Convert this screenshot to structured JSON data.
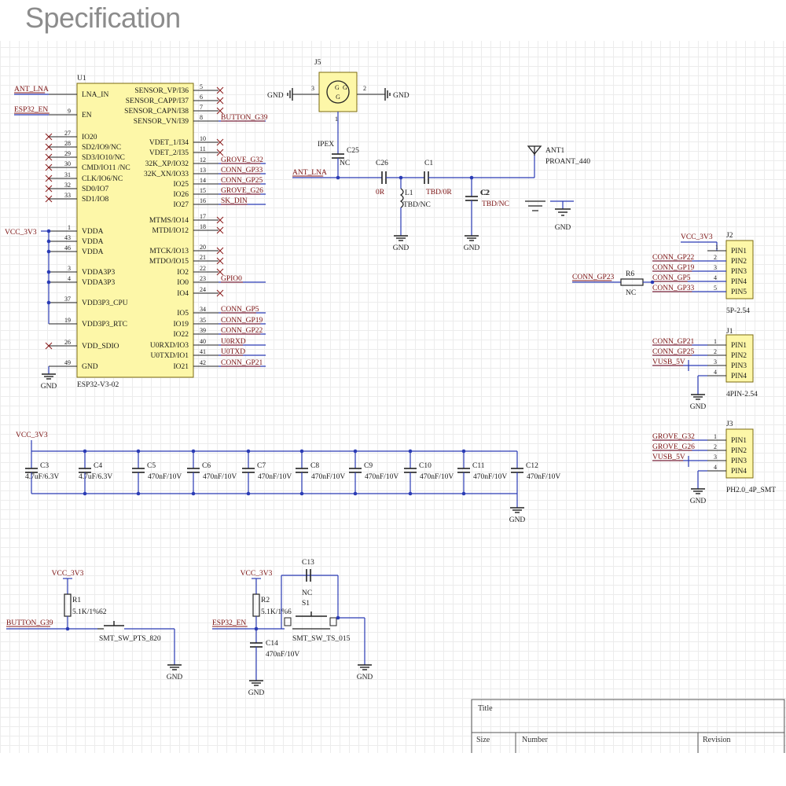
{
  "header": {
    "title": "Specification"
  },
  "u1": {
    "designator": "U1",
    "part": "ESP32-V3-02",
    "left_pins": [
      {
        "num": "",
        "name": "LNA_IN"
      },
      {
        "num": "9",
        "name": "EN"
      },
      {
        "num": "27",
        "name": "IO20"
      },
      {
        "num": "28",
        "name": "SD2/IO9/NC"
      },
      {
        "num": "29",
        "name": "SD3/IO10/NC"
      },
      {
        "num": "30",
        "name": "CMD/IO11 /NC"
      },
      {
        "num": "31",
        "name": "CLK/IO6/NC"
      },
      {
        "num": "32",
        "name": "SD0/IO7"
      },
      {
        "num": "33",
        "name": "SD1/IO8"
      },
      {
        "num": "1",
        "name": "VDDA"
      },
      {
        "num": "43",
        "name": "VDDA"
      },
      {
        "num": "46",
        "name": "VDDA"
      },
      {
        "num": "3",
        "name": "VDDA3P3"
      },
      {
        "num": "4",
        "name": "VDDA3P3"
      },
      {
        "num": "37",
        "name": "VDD3P3_CPU"
      },
      {
        "num": "19",
        "name": "VDD3P3_RTC"
      },
      {
        "num": "26",
        "name": "VDD_SDIO"
      },
      {
        "num": "49",
        "name": "GND"
      }
    ],
    "right_pins": [
      {
        "num": "5",
        "name": "SENSOR_VP/I36",
        "net": ""
      },
      {
        "num": "6",
        "name": "SENSOR_CAPP/I37",
        "net": ""
      },
      {
        "num": "7",
        "name": "SENSOR_CAPN/I38",
        "net": ""
      },
      {
        "num": "8",
        "name": "SENSOR_VN/I39",
        "net": "BUTTON_G39"
      },
      {
        "num": "10",
        "name": "VDET_1/I34",
        "net": ""
      },
      {
        "num": "11",
        "name": "VDET_2/I35",
        "net": ""
      },
      {
        "num": "12",
        "name": "32K_XP/IO32",
        "net": "GROVE_G32"
      },
      {
        "num": "13",
        "name": "32K_XN/IO33",
        "net": "CONN_GP33"
      },
      {
        "num": "14",
        "name": "IO25",
        "net": "CONN_GP25"
      },
      {
        "num": "15",
        "name": "IO26",
        "net": "GROVE_G26"
      },
      {
        "num": "16",
        "name": "IO27",
        "net": "SK_DIN"
      },
      {
        "num": "17",
        "name": "MTMS/IO14",
        "net": ""
      },
      {
        "num": "18",
        "name": "MTDI/IO12",
        "net": ""
      },
      {
        "num": "20",
        "name": "MTCK/IO13",
        "net": ""
      },
      {
        "num": "21",
        "name": "MTDO/IO15",
        "net": ""
      },
      {
        "num": "22",
        "name": "IO2",
        "net": ""
      },
      {
        "num": "23",
        "name": "IO0",
        "net": "GPIO0"
      },
      {
        "num": "24",
        "name": "IO4",
        "net": ""
      },
      {
        "num": "34",
        "name": "IO5",
        "net": "CONN_GP5"
      },
      {
        "num": "35",
        "name": "IO19",
        "net": "CONN_GP19"
      },
      {
        "num": "39",
        "name": "IO22",
        "net": "CONN_GP22"
      },
      {
        "num": "40",
        "name": "U0RXD/IO3",
        "net": "U0RXD"
      },
      {
        "num": "41",
        "name": "U0TXD/IO1",
        "net": "U0TXD"
      },
      {
        "num": "42",
        "name": "IO21",
        "net": "CONN_GP21"
      }
    ],
    "net_ant_lna": "ANT_LNA",
    "net_esp32_en": "ESP32_EN",
    "net_vcc": "VCC_3V3",
    "gnd": "GND"
  },
  "rf": {
    "j5": "J5",
    "ipex": "IPEX",
    "j5_pin1": "1",
    "j5_pin2": "2",
    "j5_pin3": "3",
    "gnd_left": "GND",
    "gnd_right": "GND",
    "c25": "C25",
    "c25_val": "NC",
    "ant_lna": "ANT_LNA",
    "c26": "C26",
    "r0": "0R",
    "l1": "L1",
    "l1_val": "TBD/NC",
    "c1": "C1",
    "c1_val": "TBD/0R",
    "c2": "C2",
    "c2_val": "TBD/NC",
    "ant1": "ANT1",
    "ant1_val": "PROANT_440",
    "gnd": "GND"
  },
  "j2": {
    "designator": "J2",
    "part": "5P-2.54",
    "vcc": "VCC_3V3",
    "pins": [
      {
        "net": "CONN_GP22",
        "num": "2",
        "name": "PIN2"
      }
    ],
    "pin1": "PIN1",
    "pin1_num": "1",
    "rows": [
      {
        "net": "CONN_GP22",
        "num": "2",
        "name": "PIN2"
      },
      {
        "net": "CONN_GP19",
        "num": "3",
        "name": "PIN3"
      },
      {
        "net": "CONN_GP5",
        "num": "4",
        "name": "PIN4"
      },
      {
        "net": "CONN_GP33",
        "num": "5",
        "name": "PIN5"
      }
    ]
  },
  "r6": {
    "designator": "R6",
    "value": "NC",
    "net": "CONN_GP23"
  },
  "j1": {
    "designator": "J1",
    "part": "4PIN-2.54",
    "gnd": "GND",
    "rows": [
      {
        "net": "CONN_GP21",
        "num": "1",
        "name": "PIN1"
      },
      {
        "net": "CONN_GP25",
        "num": "2",
        "name": "PIN2"
      },
      {
        "net": "VUSB_5V",
        "num": "3",
        "name": "PIN3"
      },
      {
        "net": "",
        "num": "4",
        "name": "PIN4"
      }
    ]
  },
  "j3": {
    "designator": "J3",
    "part": "PH2.0_4P_SMT",
    "gnd": "GND",
    "rows": [
      {
        "net": "GROVE_G32",
        "num": "1",
        "name": "PIN1"
      },
      {
        "net": "GROVE_G26",
        "num": "2",
        "name": "PIN2"
      },
      {
        "net": "VUSB_5V",
        "num": "3",
        "name": "PIN3"
      },
      {
        "net": "",
        "num": "4",
        "name": "PIN4"
      }
    ]
  },
  "decoupling": {
    "vcc": "VCC_3V3",
    "gnd": "GND",
    "caps": [
      {
        "des": "C3",
        "val": "4.7uF/6.3V"
      },
      {
        "des": "C4",
        "val": "4.7uF/6.3V"
      },
      {
        "des": "C5",
        "val": "470nF/10V"
      },
      {
        "des": "C6",
        "val": "470nF/10V"
      },
      {
        "des": "C7",
        "val": "470nF/10V"
      },
      {
        "des": "C8",
        "val": "470nF/10V"
      },
      {
        "des": "C9",
        "val": "470nF/10V"
      },
      {
        "des": "C10",
        "val": "470nF/10V"
      },
      {
        "des": "C11",
        "val": "470nF/10V"
      },
      {
        "des": "C12",
        "val": "470nF/10V"
      }
    ]
  },
  "button": {
    "vcc": "VCC_3V3",
    "r": "R1",
    "r_val": "5.1K/1%62",
    "net": "BUTTON_G39",
    "sw": "SMT_SW_PTS_820",
    "gnd": "GND"
  },
  "reset": {
    "vcc": "VCC_3V3",
    "r": "R2",
    "r_val": "5.1K/1%6",
    "net": "ESP32_EN",
    "c13": "C13",
    "c13_val": "NC",
    "s1": "S1",
    "sw": "SMT_SW_TS_015",
    "c14": "C14",
    "c14_val": "470nF/10V",
    "gnd": "GND",
    "gnd2": "GND"
  },
  "titleblock": {
    "title": "Title",
    "size": "Size",
    "number": "Number",
    "revision": "Revision"
  }
}
